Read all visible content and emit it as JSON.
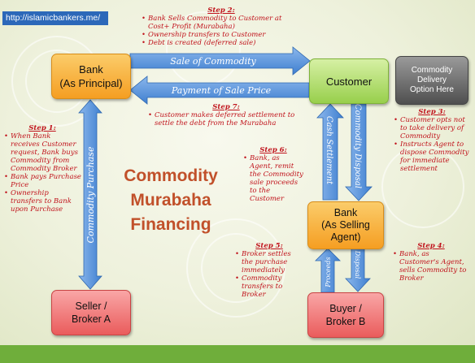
{
  "source_url": "http://islamicbankers.me/",
  "title_lines": [
    "Commodity",
    "Murabaha",
    "Financing"
  ],
  "nodes": {
    "bank": [
      "Bank",
      "(As Principal)"
    ],
    "customer": [
      "Customer"
    ],
    "delivery_option": [
      "Commodity",
      "Delivery",
      "Option Here"
    ],
    "seller": [
      "Seller /",
      "Broker A"
    ],
    "selling_agent": [
      "Bank",
      "(As Selling",
      "Agent)"
    ],
    "buyer": [
      "Buyer /",
      "Broker B"
    ]
  },
  "arrows": {
    "sale_of_commodity": "Sale of Commodity",
    "payment_of_sale_price": "Payment of Sale Price",
    "commodity_purchase": "Commodity Purchase",
    "cash_settlement": "Cash Settlement",
    "commodity_disposal": "Commodity Disposal",
    "proceeds": "Proceeds",
    "disposal": "Disposal"
  },
  "steps": {
    "step1": {
      "title": "Step 1:",
      "bullets": [
        "When Bank receives Customer request, Bank buys Commodity from Commodity Broker",
        "Bank pays Purchase Price",
        "Ownership transfers to Bank upon Purchase"
      ]
    },
    "step2": {
      "title": "Step 2:",
      "bullets": [
        "Bank Sells Commodity to Customer at Cost+ Profit (Murabaha)",
        "Ownership transfers to Customer",
        "Debt is created (deferred sale)"
      ]
    },
    "step3": {
      "title": "Step 3:",
      "bullets": [
        "Customer opts not to take delivery of Commodity",
        "Instructs Agent to dispose Commodity for immediate settlement"
      ]
    },
    "step4": {
      "title": "Step 4:",
      "bullets": [
        "Bank, as Customer's Agent, sells Commodity to Broker"
      ]
    },
    "step5": {
      "title": "Step 5:",
      "bullets": [
        "Broker settles the purchase immediately",
        "Commodity transfers to Broker"
      ]
    },
    "step6": {
      "title": "Step 6:",
      "bullets": [
        "Bank, as Agent, remit the Commodity sale proceeds to the Customer"
      ]
    },
    "step7": {
      "title": "Step 7:",
      "bullets": [
        "Customer makes deferred settlement to settle the debt from the Murabaha"
      ]
    }
  },
  "colors": {
    "arrow_blue": "#3f7fd0",
    "bank_orange": "#f59e22",
    "customer_green": "#98cf4c",
    "broker_red": "#ea5c5c",
    "note_red": "#c0121b",
    "title_orange": "#c1502a",
    "footer_green": "#6fae3b"
  }
}
